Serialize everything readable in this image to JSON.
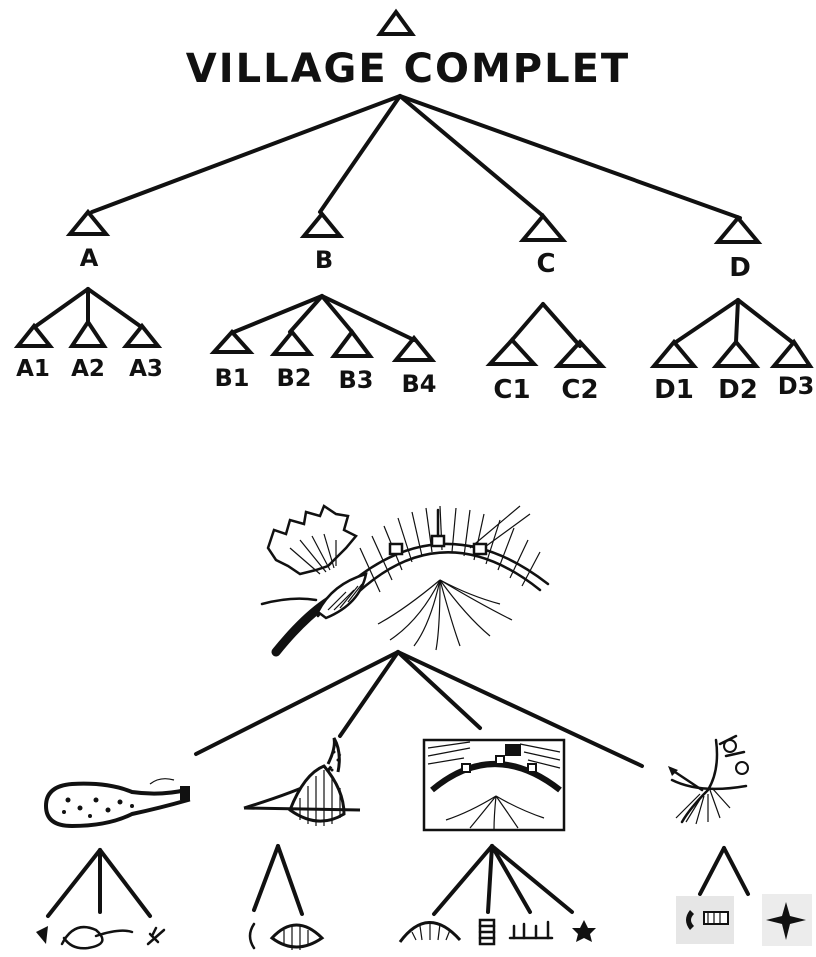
{
  "diagram": {
    "title": "VILLAGE COMPLET",
    "groups": [
      {
        "label": "A",
        "children": [
          "A1",
          "A2",
          "A3"
        ]
      },
      {
        "label": "B",
        "children": [
          "B1",
          "B2",
          "B3",
          "B4"
        ]
      },
      {
        "label": "C",
        "children": [
          "C1",
          "C2"
        ]
      },
      {
        "label": "D",
        "children": [
          "D1",
          "D2",
          "D3"
        ]
      }
    ]
  },
  "sketch_tree": {
    "root": "village-sketch",
    "branches": [
      {
        "sketch": "river-pond-sketch",
        "children": [
          "arrow-glyph-sketch",
          "loop-path-sketch",
          "plant-sprig-sketch"
        ]
      },
      {
        "sketch": "hatched-lens-sketch",
        "children": [
          "crescent-sketch",
          "small-lens-sketch"
        ]
      },
      {
        "sketch": "domed-wall-sketch",
        "children": [
          "mound-sketch",
          "striped-block-sketch",
          "grass-row-sketch",
          "star-blob-sketch"
        ]
      },
      {
        "sketch": "crossing-roads-sketch",
        "children": [
          "blob-arrow-sketch",
          "compass-star-sketch"
        ]
      }
    ]
  }
}
